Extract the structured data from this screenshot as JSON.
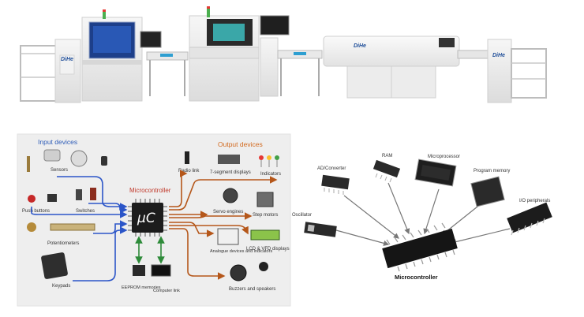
{
  "production_line": {
    "brand_marks": [
      "DiHe",
      "DiHe",
      "DiHe"
    ]
  },
  "block_diagram": {
    "input_title": "Input devices",
    "output_title": "Output devices",
    "center_title": "Microcontroller",
    "center_symbol": "µC",
    "inputs": [
      "Sensors",
      "Push buttons",
      "Switches",
      "Potentiometers",
      "Keypads"
    ],
    "outputs": [
      "Radio link",
      "7-segment displays",
      "Indicators",
      "Servo engines",
      "Step motors",
      "Analogue devices and indicators",
      "LCD & VFD displays",
      "Buzzers and speakers"
    ],
    "bottom": [
      "EEPROM memories",
      "Computer link"
    ]
  },
  "peripherals_diagram": {
    "center_label": "Microcontroller",
    "parts": [
      "AD/Converter",
      "RAM",
      "Microprocessor",
      "Program memory",
      "Oscillator",
      "I/O peripherals"
    ]
  },
  "colors": {
    "input_arrow": "#2b55c8",
    "output_arrow": "#b5571a",
    "bottom_arrow": "#2e8b3a",
    "chip": "#1c1c1c",
    "machine_body": "#ededed"
  }
}
